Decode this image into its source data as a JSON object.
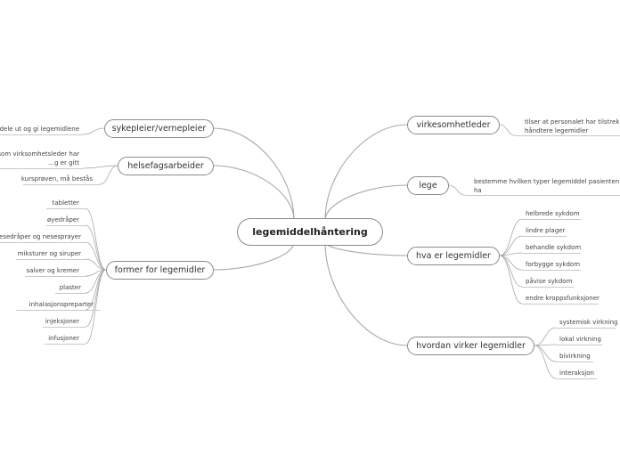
{
  "central": "legemiddelhåntering",
  "left_branches": [
    {
      "label": "sykepleier/vernepleier",
      "children": [
        "…r, dele ut og gi legemidlene"
      ]
    },
    {
      "label": "helsefagsarbeider",
      "children": [
        "…ersom virksomhetsleder har\n…g er gitt",
        "kursprøven, må bestås"
      ]
    },
    {
      "label": "former for legemidler",
      "children": [
        "tabletter",
        "øyedråper",
        "…nesedråper og nesesprayer",
        "miksturer og siruper",
        "salver og kremer",
        "plaster",
        "inhalasjonspreparter",
        "injeksjoner",
        "infusjoner"
      ]
    }
  ],
  "right_branches": [
    {
      "label": "virkesomhetleder",
      "children": [
        "tilser at personalet har tilstrekkelig…\nhåndtere legemidler"
      ]
    },
    {
      "label": "lege",
      "children": [
        "bestemme hvilken typer legemiddel pasienten ska…\nha"
      ]
    },
    {
      "label": "hva er legemidler",
      "children": [
        "helbrede sykdom",
        "lindre plager",
        "behandle sykdom",
        "forbygge sykdom",
        "påvise sykdom",
        "endre kroppsfunksjoner"
      ]
    },
    {
      "label": "hvordan virker legemidler",
      "children": [
        "systemisk virkning",
        "lokal virkning",
        "bivirkning",
        "interaksjon"
      ]
    }
  ],
  "colors": {
    "connector": "#a9a9a9",
    "border": "#8a8a8a",
    "leaf_line": "#c8c8c8"
  }
}
